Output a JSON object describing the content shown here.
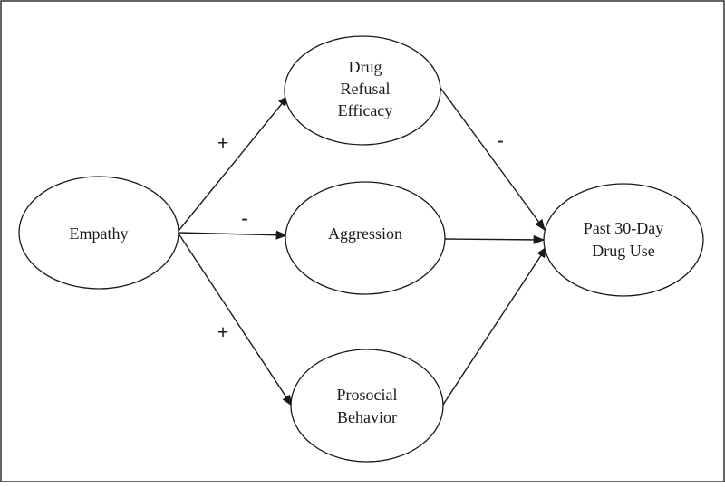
{
  "diagram": {
    "nodes": {
      "empathy": {
        "lines": [
          "Empathy"
        ]
      },
      "drug_refusal_efficacy": {
        "lines": [
          "Drug",
          "Refusal",
          "Efficacy"
        ]
      },
      "aggression": {
        "lines": [
          "Aggression"
        ]
      },
      "prosocial_behavior": {
        "lines": [
          "Prosocial",
          "Behavior"
        ]
      },
      "past_30_day_drug_use": {
        "lines": [
          "Past 30-Day",
          "Drug Use"
        ]
      }
    },
    "edges": [
      {
        "from": "empathy",
        "to": "drug_refusal_efficacy",
        "sign": "+"
      },
      {
        "from": "empathy",
        "to": "aggression",
        "sign": "-"
      },
      {
        "from": "empathy",
        "to": "prosocial_behavior",
        "sign": "+"
      },
      {
        "from": "drug_refusal_efficacy",
        "to": "past_30_day_drug_use",
        "sign": "-"
      },
      {
        "from": "aggression",
        "to": "past_30_day_drug_use",
        "sign": ""
      },
      {
        "from": "prosocial_behavior",
        "to": "past_30_day_drug_use",
        "sign": ""
      }
    ]
  }
}
